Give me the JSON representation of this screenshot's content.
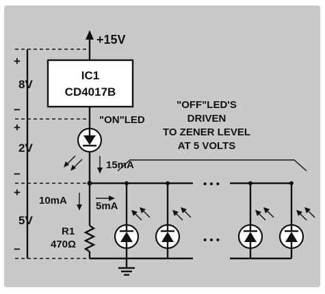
{
  "colors": {
    "background_panel": "#c9c9c9",
    "ink": "#111111",
    "ic_fill": "#ffffff",
    "led_fill": "#ffffff"
  },
  "supply": {
    "label": "+15V"
  },
  "ic": {
    "name": "IC1",
    "part": "CD4017B"
  },
  "on_led": {
    "label": "\"ON\"LED"
  },
  "off_leds": {
    "lines": [
      "\"OFF\"LED'S",
      "DRIVEN",
      "TO ZENER LEVEL",
      "AT 5 VOLTS"
    ]
  },
  "currents": {
    "total": "15mA",
    "resistor": "10mA",
    "led_branch": "5mA"
  },
  "resistor": {
    "name": "R1",
    "value": "470Ω"
  },
  "voltage_segments": [
    {
      "plus": "+",
      "value": "8V",
      "minus": "−"
    },
    {
      "plus": "+",
      "value": "2V",
      "minus": "−"
    },
    {
      "plus": "+",
      "value": "5V",
      "minus": "−"
    }
  ],
  "ellipsis": "• • •",
  "ellipsis_mid": "• • •"
}
